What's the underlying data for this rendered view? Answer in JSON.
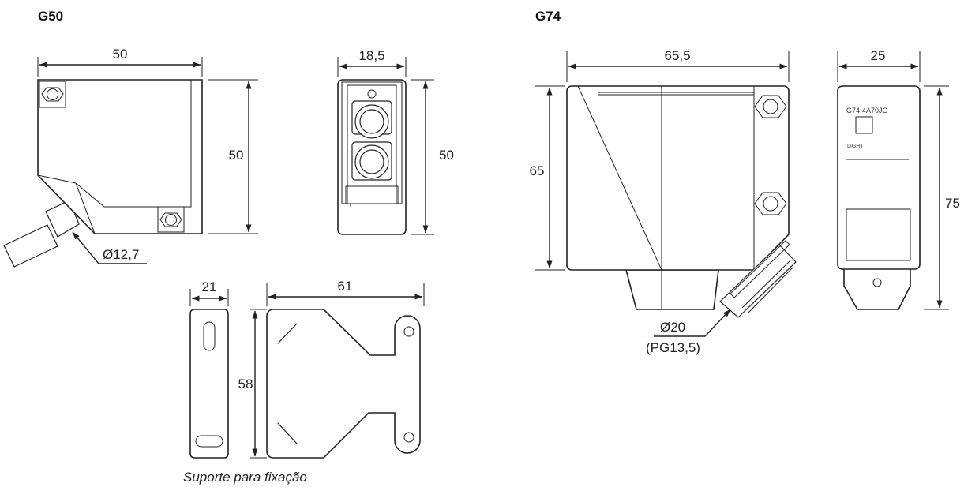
{
  "sections": {
    "g50_title": "G50",
    "g74_title": "G74"
  },
  "g50": {
    "front_width": "50",
    "front_height": "50",
    "cable_diameter": "Ø12,7",
    "side_width": "18,5",
    "side_height": "50"
  },
  "bracket": {
    "side_width": "21",
    "front_width": "61",
    "height": "58",
    "caption": "Suporte para fixação"
  },
  "g74": {
    "front_width": "65,5",
    "front_height": "65",
    "cable_diameter": "Ø20",
    "cable_thread": "(PG13,5)",
    "side_width": "25",
    "side_height": "75",
    "model_label": "G74-4A70JC",
    "indicator_label": "LIGHT"
  },
  "colors": {
    "line": "#222222",
    "background": "#ffffff"
  }
}
